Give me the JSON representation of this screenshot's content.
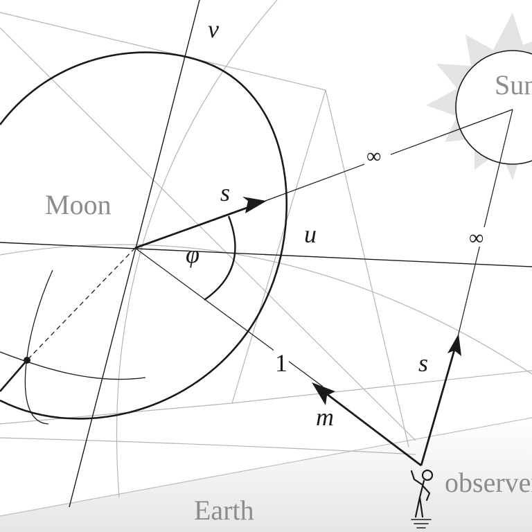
{
  "labels": {
    "moon": "Moon",
    "sun": "Sun",
    "earth": "Earth",
    "observer": "observer",
    "v_axis": "v",
    "u_axis": "u",
    "angle_phi": "φ",
    "vector_s_moon": "s",
    "vector_s_observer": "s",
    "vector_m": "m",
    "unit_distance": "1",
    "infinity_moon_sun": "∞",
    "infinity_observer_sun": "∞"
  },
  "colors": {
    "background": "#ffffff",
    "ink": "#1a1a1a",
    "construction_lines": "#b4b4b4",
    "label_gray": "#8c8c8c",
    "sun_rays": "#e3e3e3",
    "earth_shade": "#e6e6e6"
  },
  "icons": {
    "observer": "stick-figure-icon",
    "sun": "sun-icon"
  }
}
